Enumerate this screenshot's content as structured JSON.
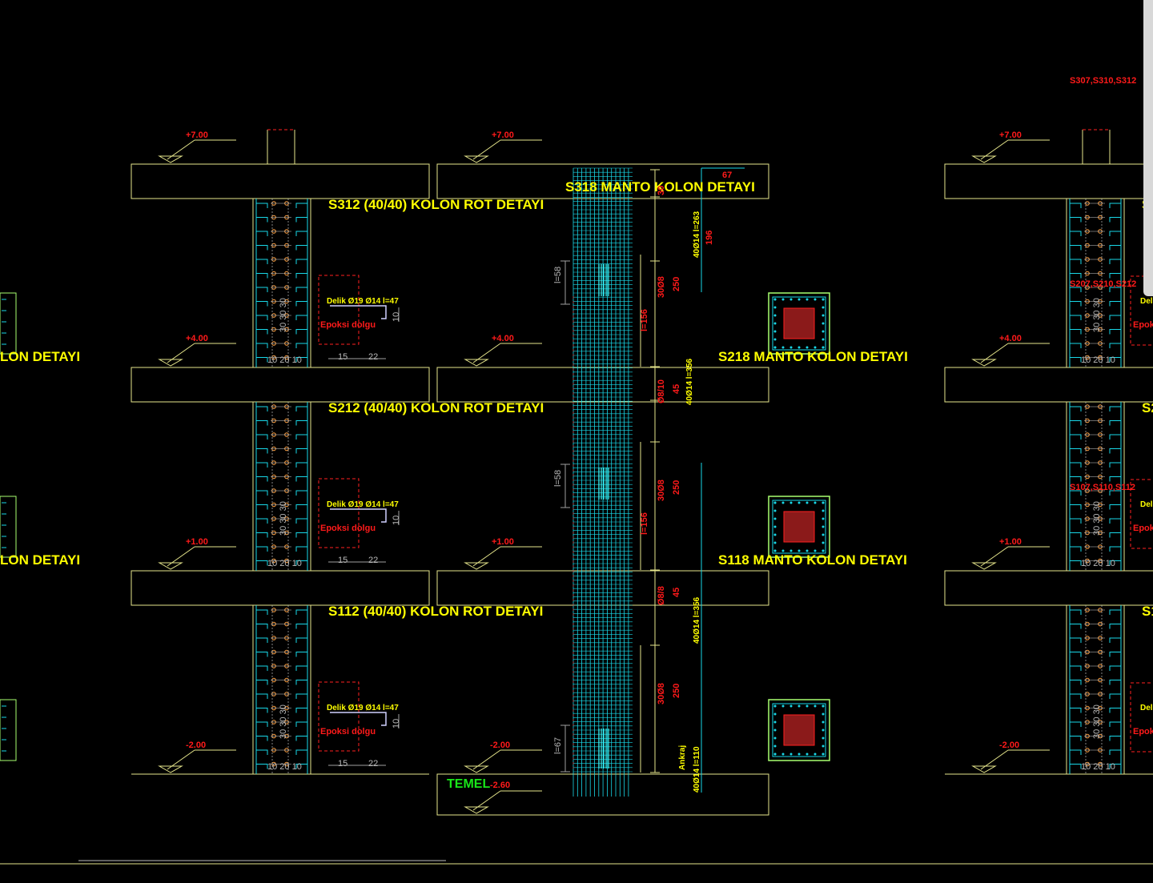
{
  "titles": {
    "s312_rot": "S312 (40/40) KOLON ROT DETAYI",
    "s212_rot": "S212 (40/40) KOLON ROT DETAYI",
    "s112_rot": "S112 (40/40) KOLON ROT DETAYI",
    "s318_manto": "S318 MANTO KOLON DETAYI",
    "s218_manto": "S218 MANTO KOLON DETAYI",
    "s118_manto": "S118 MANTO KOLON DETAYI",
    "left_partial": "LON DETAYI",
    "right_partial": "S3",
    "right_partial_mid": "S2",
    "right_partial_low": "S1"
  },
  "levels": [
    "+7.00",
    "+4.00",
    "+1.00",
    "-2.00"
  ],
  "foundation": {
    "label": "TEMEL",
    "level": "-2.60"
  },
  "anchor_note": {
    "hole": "Delik Ø19  Ø14 l=47",
    "epoxy": "Epoksi dolgu",
    "dim_a": "15",
    "dim_b": "22",
    "dim_v": "10",
    "spacing": "10 20 10",
    "col_spacing": "30 30 30"
  },
  "right_tags": {
    "top": "S307,S310,S312",
    "mid": "S207,S210,S212",
    "low": "S107,S110,S112",
    "hole_short": "Del",
    "epoxy_short": "Epok"
  },
  "manto_dims": {
    "top_67": "67",
    "top_30": "30",
    "bar_top": "40Ø14 l=263",
    "bar_top_b": "196",
    "stirrup_1": "30Ø8",
    "len_250": "250",
    "l156": "l=156",
    "stirrup_2": "Ø8/10",
    "len_45": "45",
    "bar_mid": "40Ø14 l=356",
    "l58": "l=58",
    "stirrup_3": "Ø8/8",
    "bar_low": "40Ø14 l=356",
    "l67": "l=67",
    "anchor": "Ankraj",
    "bar_found": "40Ø14 l=110"
  },
  "colors": {
    "background": "#000000",
    "slab": "#e6e68c",
    "rebar": "#19d8e8",
    "dashed": "#ff2020",
    "text_yellow": "#ffff00",
    "text_red": "#ff1a1a",
    "text_green": "#19e619",
    "dim_gray": "#a0a0a0",
    "hatch": "#8b1a1a",
    "section_frame": "#a8ff70"
  }
}
